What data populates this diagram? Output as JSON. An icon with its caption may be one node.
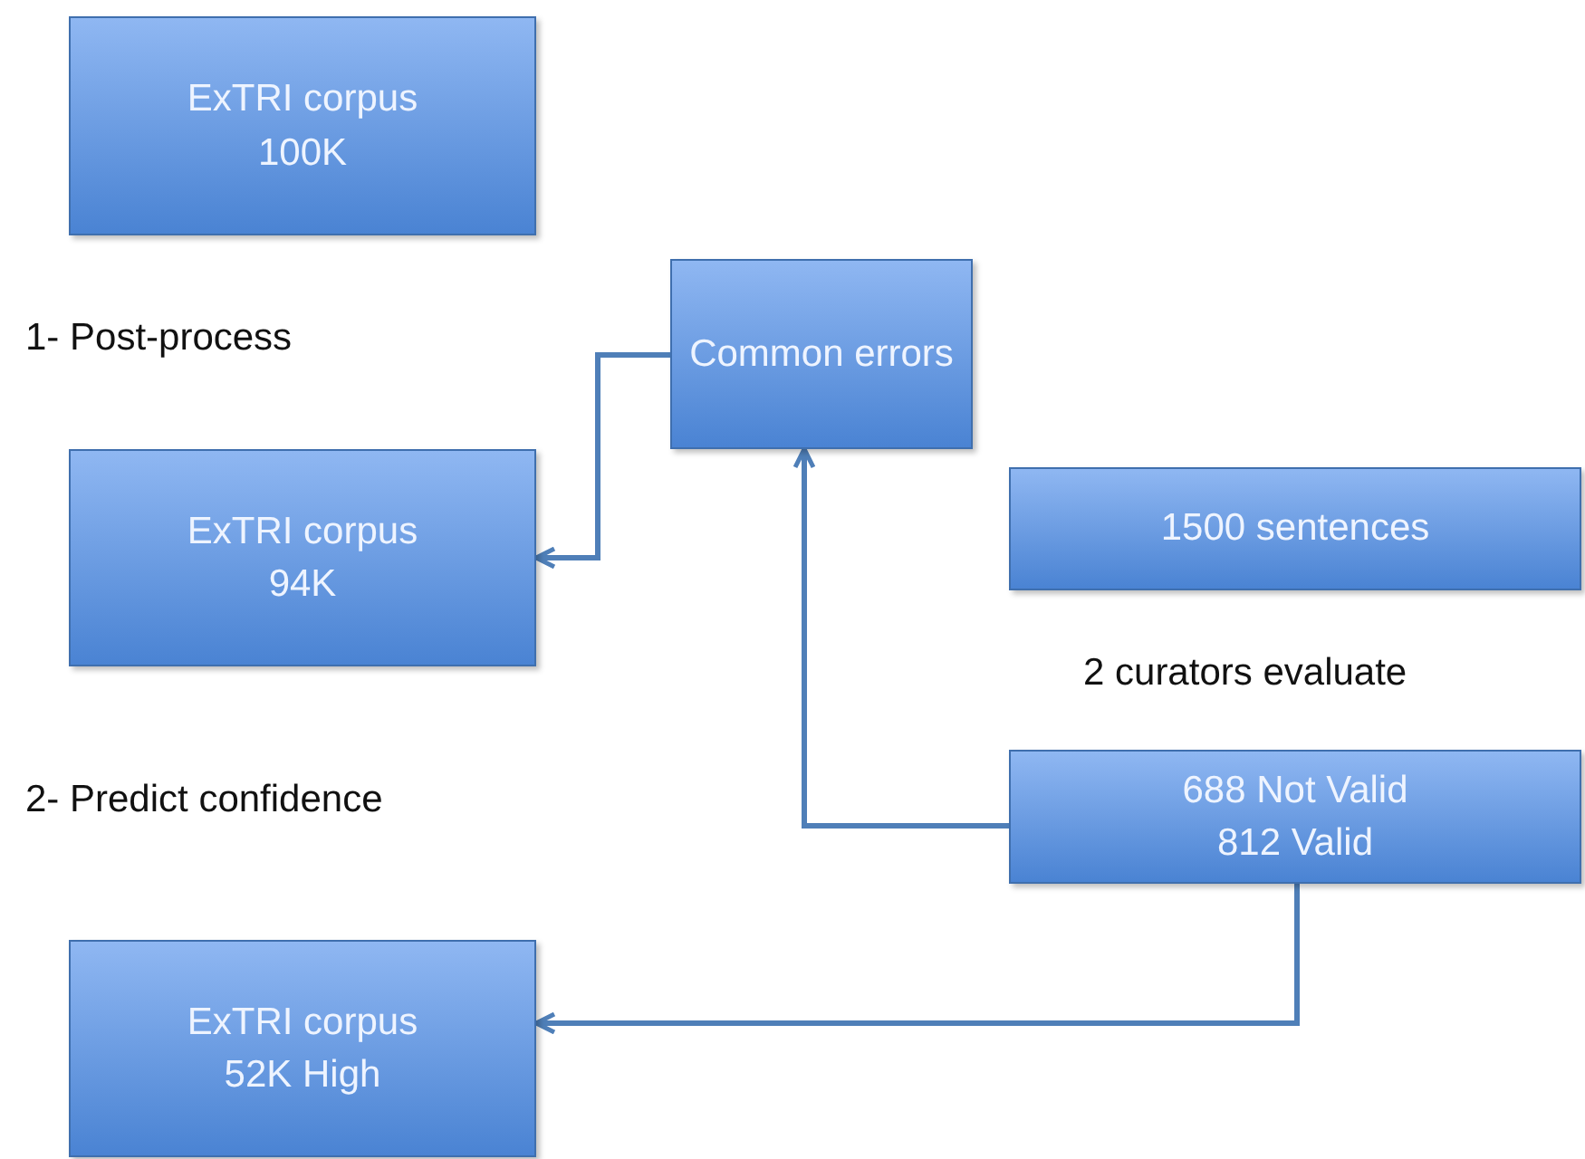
{
  "diagram": {
    "nodes": [
      {
        "text": [
          "ExTRI corpus",
          "100K"
        ]
      },
      {
        "text": [
          "Common errors"
        ]
      },
      {
        "text": [
          "ExTRI corpus",
          "94K"
        ]
      },
      {
        "text": [
          "1500 sentences"
        ]
      },
      {
        "text": [
          "688 Not Valid",
          "812 Valid"
        ]
      },
      {
        "text": [
          "ExTRI corpus",
          "52K High"
        ]
      }
    ],
    "edges": [
      {
        "from": 1,
        "to": 2,
        "arrow": "to"
      },
      {
        "from": 4,
        "to": 1,
        "arrow": "to"
      },
      {
        "from": 4,
        "to": 5,
        "arrow": "to"
      }
    ],
    "labels": [
      "1- Post-process",
      "2 curators evaluate",
      "2- Predict confidence"
    ]
  }
}
